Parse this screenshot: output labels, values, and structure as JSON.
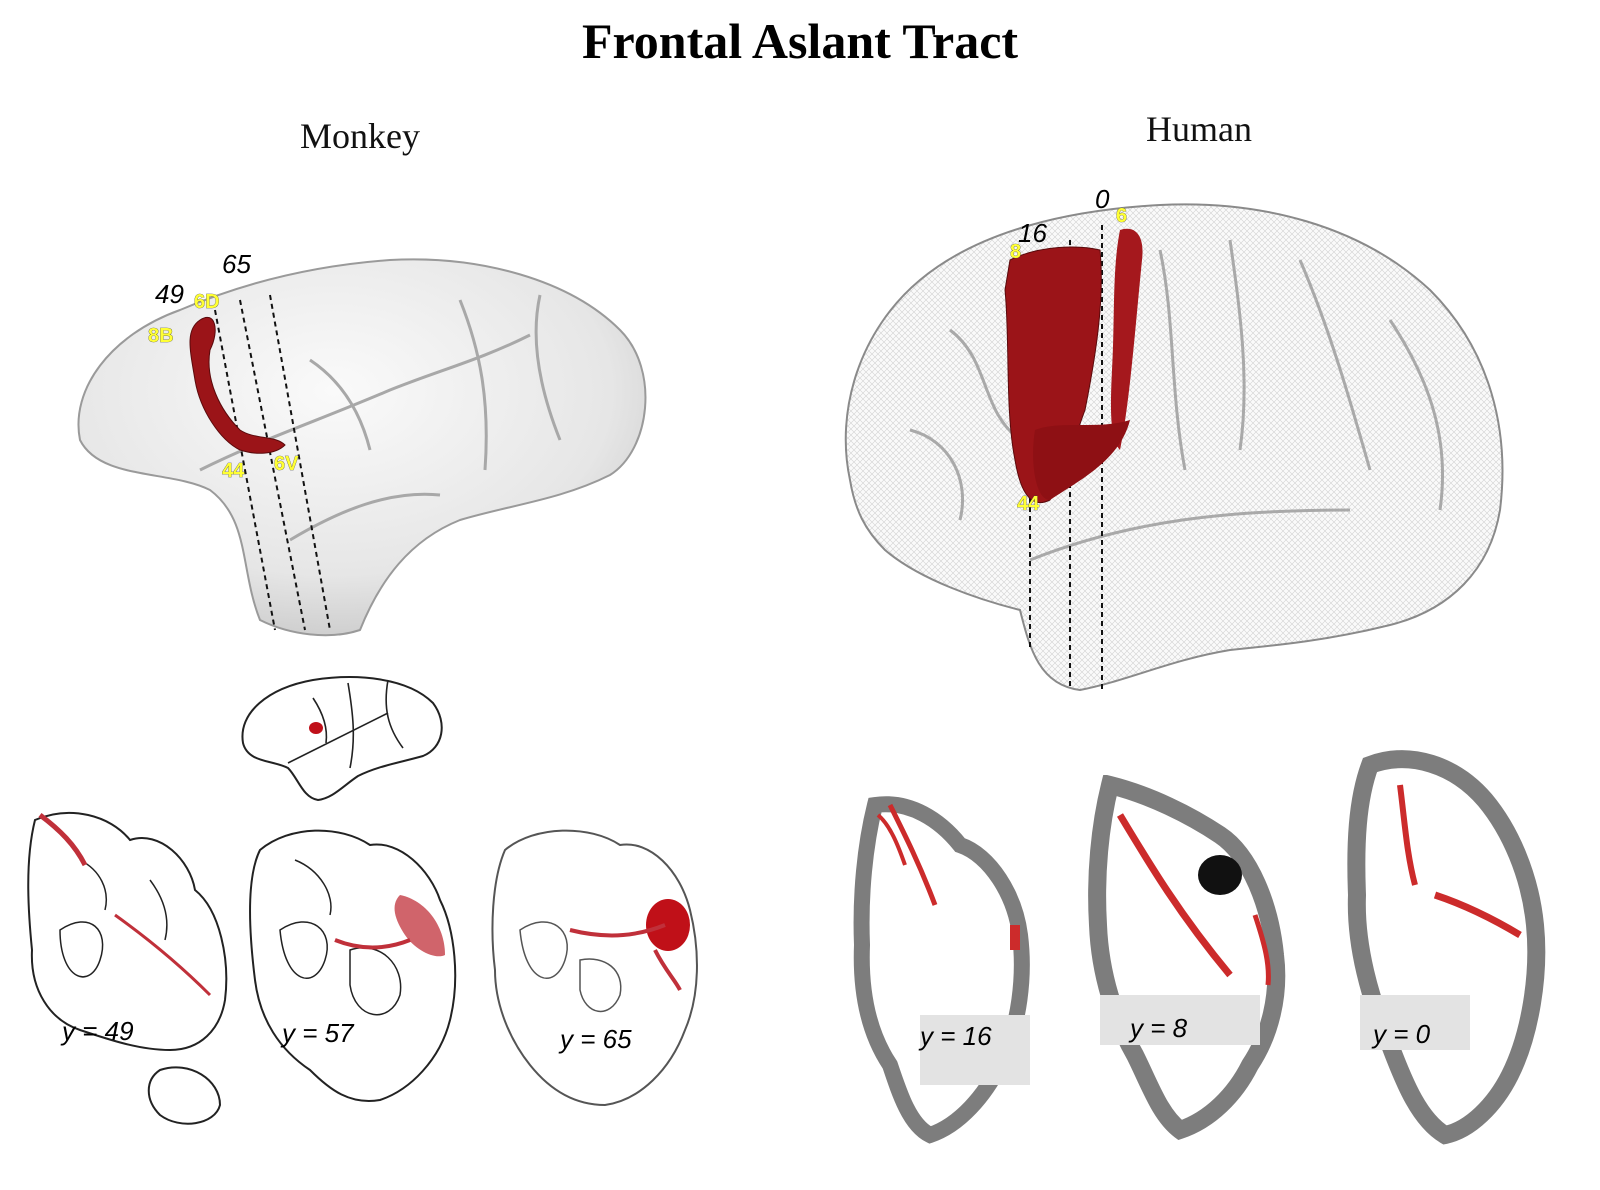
{
  "title": "Frontal Aslant Tract",
  "monkey": {
    "label": "Monkey",
    "coords": [
      "49",
      "65"
    ],
    "areas": [
      "8B",
      "6D",
      "44",
      "6V"
    ],
    "sections": [
      "y = 49",
      "y = 57",
      "y = 65"
    ]
  },
  "human": {
    "label": "Human",
    "coords": [
      "0",
      "16"
    ],
    "areas": [
      "8",
      "6",
      "44"
    ],
    "sections": [
      "y = 16",
      "y = 8",
      "y = 0"
    ]
  },
  "colors": {
    "tract": "#9b1418",
    "label_fill": "#ffff33",
    "gray_matter": "#777777"
  }
}
